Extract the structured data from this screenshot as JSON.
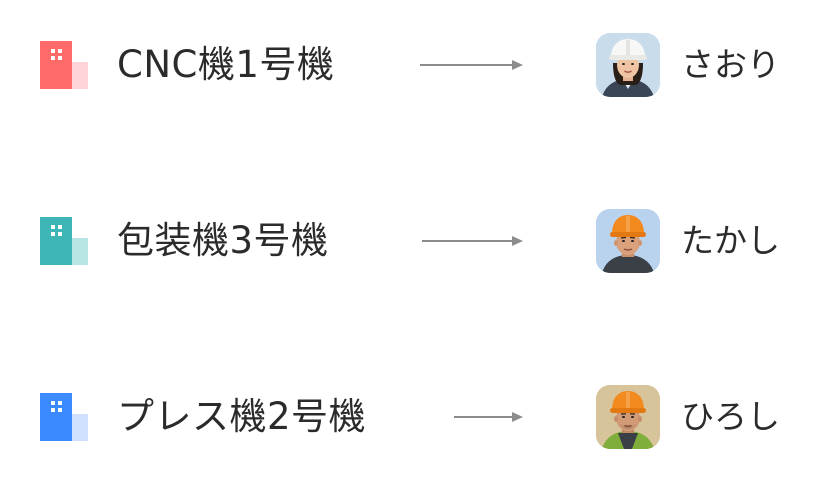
{
  "colors": {
    "text": "#2b2b2b",
    "arrow": "#8c8c8c",
    "cnc": {
      "front": "#ff6b6b",
      "back": "#ffd3d8"
    },
    "packaging": {
      "front": "#3db5b5",
      "back": "#b7e6e4"
    },
    "press": {
      "front": "#3b8bff",
      "back": "#cfe1ff"
    }
  },
  "assignments": [
    {
      "machine": {
        "label": "CNC機1号機",
        "icon": "building-icon"
      },
      "person": {
        "name": "さおり",
        "avatar": "worker-white-helmet-avatar"
      }
    },
    {
      "machine": {
        "label": "包装機3号機",
        "icon": "building-icon"
      },
      "person": {
        "name": "たかし",
        "avatar": "worker-orange-helmet-avatar"
      }
    },
    {
      "machine": {
        "label": "プレス機2号機",
        "icon": "building-icon"
      },
      "person": {
        "name": "ひろし",
        "avatar": "worker-orange-helmet-avatar"
      }
    }
  ]
}
